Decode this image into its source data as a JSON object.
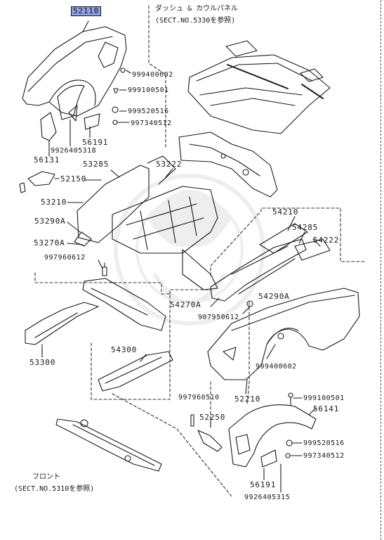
{
  "notes": {
    "top_line1": "ダッシュ & カウルパネル",
    "top_line2": "(SECT.NO.5330を参照)",
    "bottom_line1": "フロント",
    "bottom_line2": "(SECT.NO.5310を参照)"
  },
  "highlight_color": "#8fa0e6",
  "parts": [
    {
      "id": "p52110",
      "label": "52110"
    },
    {
      "id": "p999400602a",
      "label": "999400602"
    },
    {
      "id": "p999100501a",
      "label": "999100501"
    },
    {
      "id": "p999520516a",
      "label": "999520516"
    },
    {
      "id": "p997340512a",
      "label": "997340512"
    },
    {
      "id": "p56191a",
      "label": "56191"
    },
    {
      "id": "p56131",
      "label": "56131"
    },
    {
      "id": "p9926405318",
      "label": "9926405318"
    },
    {
      "id": "p53285",
      "label": "53285"
    },
    {
      "id": "p53222",
      "label": "53222"
    },
    {
      "id": "p52150",
      "label": "52150"
    },
    {
      "id": "p53210",
      "label": "53210"
    },
    {
      "id": "p53290A",
      "label": "53290A"
    },
    {
      "id": "p53270A",
      "label": "53270A"
    },
    {
      "id": "p997960612",
      "label": "997960612"
    },
    {
      "id": "p54210",
      "label": "54210"
    },
    {
      "id": "p54285",
      "label": "54285"
    },
    {
      "id": "p54222",
      "label": "54222"
    },
    {
      "id": "p54290A",
      "label": "54290A"
    },
    {
      "id": "p54270A",
      "label": "54270A"
    },
    {
      "id": "p907950612",
      "label": "907950612"
    },
    {
      "id": "p53300",
      "label": "53300"
    },
    {
      "id": "p54300",
      "label": "54300"
    },
    {
      "id": "p999400602b",
      "label": "999400602"
    },
    {
      "id": "p52210",
      "label": "52210"
    },
    {
      "id": "p997960510",
      "label": "997960510"
    },
    {
      "id": "p52250",
      "label": "52250"
    },
    {
      "id": "p999100501b",
      "label": "999100501"
    },
    {
      "id": "p56141",
      "label": "56141"
    },
    {
      "id": "p999520516b",
      "label": "999520516"
    },
    {
      "id": "p997340512b",
      "label": "997340512"
    },
    {
      "id": "p56191b",
      "label": "56191"
    },
    {
      "id": "p9926405315",
      "label": "9926405315"
    }
  ]
}
